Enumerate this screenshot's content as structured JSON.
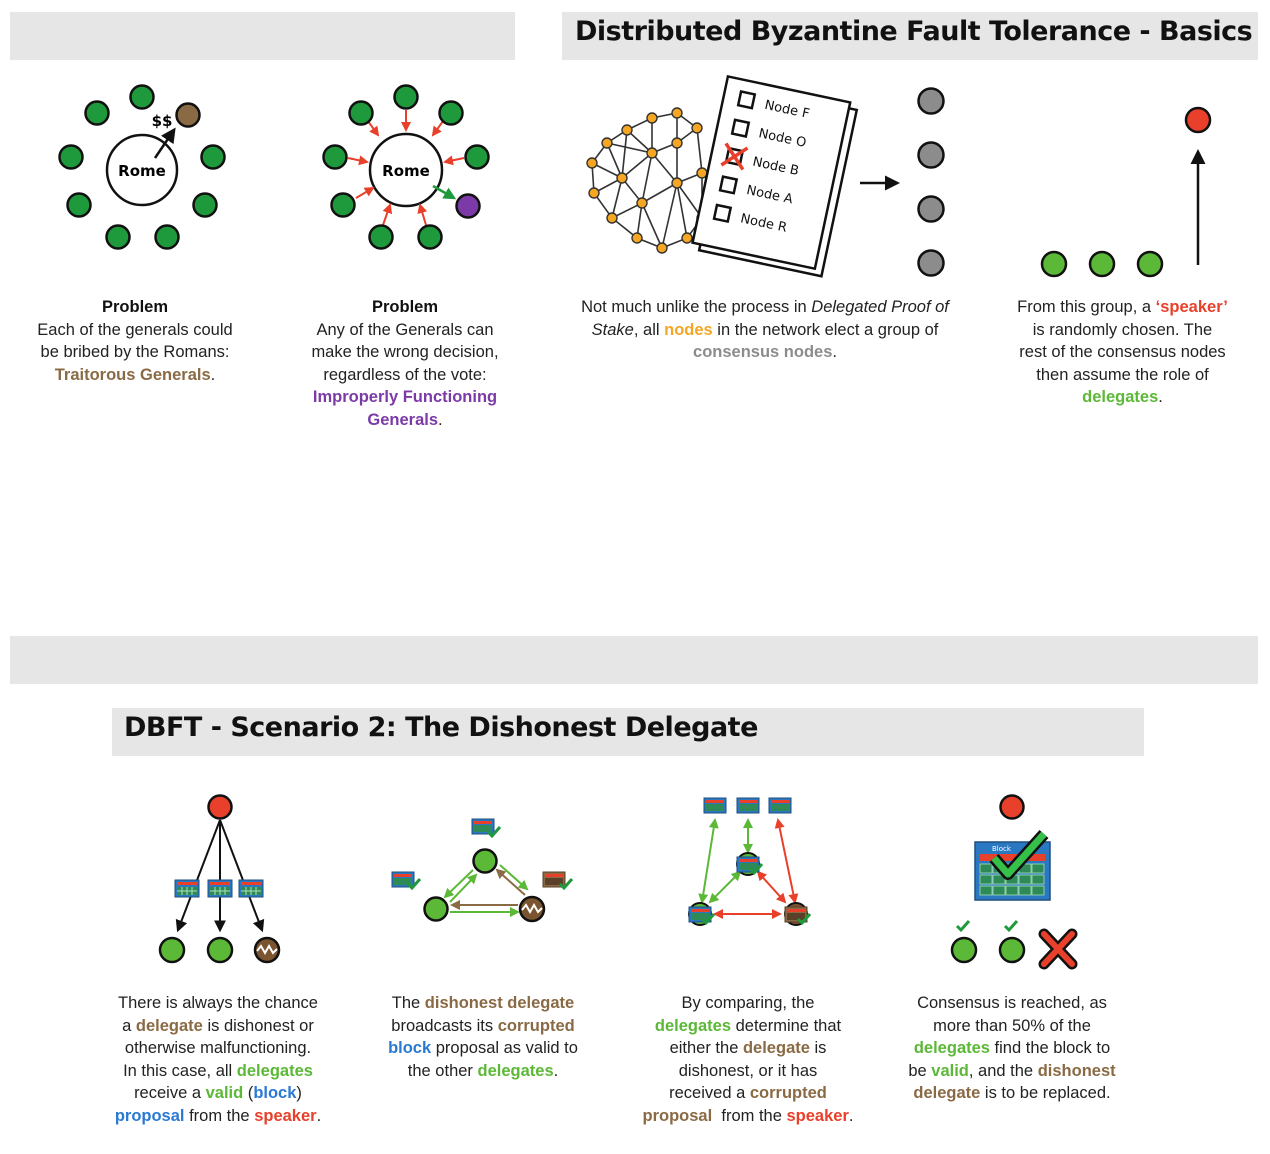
{
  "header": {
    "title": "Distributed Byzantine Fault Tolerance - Basics"
  },
  "section2": {
    "title": "DBFT - Scenario 2: The Dishonest Delegate"
  },
  "colors": {
    "green": "#5cb837",
    "dark_green": "#1e9a3c",
    "red": "#e8402a",
    "brown": "#8a6a45",
    "purple": "#7b3aa8",
    "orange": "#f5a623",
    "gray": "#8c8c8c",
    "blue": "#2a7ad3"
  },
  "panels": {
    "traitor": {
      "center_label": "Rome",
      "money_label": "$$",
      "heading": "Problem",
      "line1": "Each of the generals could",
      "line2": "be bribed by the Romans:",
      "highlight": "Traitorous Generals",
      "end": "."
    },
    "improper": {
      "center_label": "Rome",
      "heading": "Problem",
      "line1": "Any of the Generals can",
      "line2": "make the wrong decision,",
      "line3": "regardless of the vote:",
      "highlight1": "Improperly Functioning",
      "highlight2": "Generals",
      "end": "."
    },
    "election": {
      "ballot": [
        "Node F",
        "Node O",
        "Node B",
        "Node A",
        "Node R"
      ],
      "line1a": "Not much unlike the process in ",
      "line1b": "Delegated Proof of",
      "line2a": "Stake",
      "line2b": ", all ",
      "line2c": "nodes",
      "line2d": " in the network elect a group of",
      "line3a": "consensus nodes",
      "line3b": "."
    },
    "speaker": {
      "line1a": "From this group, a ",
      "line1b": "‘speaker’",
      "line2": "is randomly chosen. The",
      "line3": "rest of the consensus nodes",
      "line4": "then assume the role of",
      "line5a": "delegates",
      "line5b": "."
    }
  },
  "scenario": {
    "s1": {
      "l1": "There is always the chance",
      "l2a": "a ",
      "l2b": "delegate",
      "l2c": " is dishonest or",
      "l3": "otherwise malfunctioning.",
      "l4a": "In this case, all ",
      "l4b": "delegates",
      "l5a": "receive a ",
      "l5b": "valid",
      "l5c": " (",
      "l5d": "block",
      "l5e": ")",
      "l6a": "proposal",
      "l6b": " from the ",
      "l6c": "speaker",
      "l6d": "."
    },
    "s2": {
      "l1a": "The ",
      "l1b": "dishonest delegate",
      "l2a": "broadcasts its ",
      "l2b": "corrupted",
      "l3a": "block",
      "l3b": " proposal as valid to",
      "l4a": "the other ",
      "l4b": "delegates",
      "l4c": "."
    },
    "s3": {
      "l1": "By comparing, the",
      "l2a": "delegates",
      "l2b": " determine that",
      "l3a": "either the ",
      "l3b": "delegate",
      "l3c": " is",
      "l4": "dishonest, or it has",
      "l5a": "received a ",
      "l5b": "corrupted",
      "l6a": "proposal",
      "l6b": "  from the ",
      "l6c": "speaker",
      "l6d": "."
    },
    "s4": {
      "block_label": "Block",
      "l1": "Consensus is reached, as",
      "l2": "more than 50% of the",
      "l3a": "delegates",
      "l3b": " find the block to",
      "l4a": "be ",
      "l4b": "valid",
      "l4c": ", and the ",
      "l4d": "dishonest",
      "l5a": "delegate",
      "l5b": " is to be replaced."
    }
  }
}
